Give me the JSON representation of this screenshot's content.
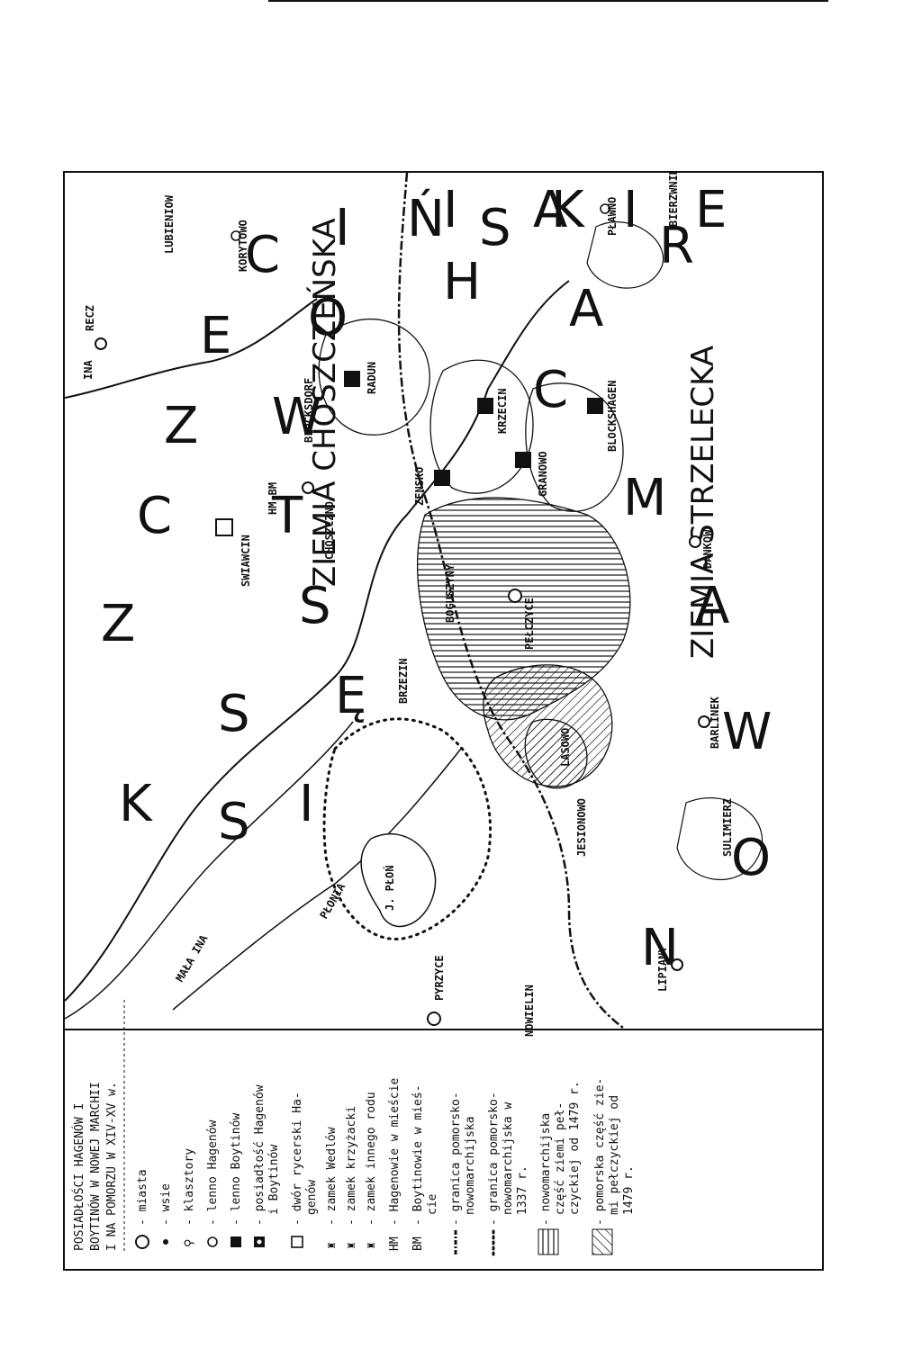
{
  "legend": {
    "title_lines": [
      "POSIADŁOŚCI HAGENÓW I",
      "BOYTINÓW W NOWEJ MARCHII",
      "I NA POMORZU W XIV-XV w."
    ],
    "items": [
      {
        "symbol": "miasta-icon",
        "text": "- miasta",
        "cont": ""
      },
      {
        "symbol": "wsie-icon",
        "text": "- wsie",
        "cont": ""
      },
      {
        "symbol": "klasztory-icon",
        "text": "- klasztory",
        "cont": ""
      },
      {
        "symbol": "lenno-hagenow-icon",
        "text": "- lenno Hagenów",
        "cont": ""
      },
      {
        "symbol": "lenno-boytinow-icon",
        "text": "- lenno Boytinów",
        "cont": ""
      },
      {
        "symbol": "posiadlosc-icon",
        "text": "- posiadłość Hagenów",
        "cont": "i Boytinów"
      },
      {
        "symbol": "dwor-icon",
        "text": "- dwór rycerski Ha-",
        "cont": "genów"
      },
      {
        "symbol": "zamek-wedlow-icon",
        "text": "- zamek Wedlów",
        "cont": ""
      },
      {
        "symbol": "zamek-krzyzacki-icon",
        "text": "- zamek krzyżacki",
        "cont": ""
      },
      {
        "symbol": "zamek-innego-icon",
        "text": "- zamek innego rodu",
        "cont": ""
      },
      {
        "symbol": "HM",
        "text": "- Hagenowie w mieście",
        "cont": ""
      },
      {
        "symbol": "BM",
        "text": "- Boytinowie w mieś-",
        "cont": "cie"
      },
      {
        "symbol": "granica-1-icon",
        "text": "- granica pomorsko-",
        "cont": "nowomarchijska"
      },
      {
        "symbol": "granica-2-icon",
        "text": "- granica pomorsko-",
        "cont": "nowomarchijska w",
        "cont2": "1337 r."
      },
      {
        "symbol": "hatch-1-icon",
        "text": "- nowomarchijska",
        "cont": "część ziemi peł-",
        "cont2": "czyckiej od 1479 r."
      },
      {
        "symbol": "hatch-2-icon",
        "text": "- pomorska część zie-",
        "cont": "mi pełczyckiej od",
        "cont2": "1479 r."
      }
    ]
  },
  "places": {
    "recz": "RECZ",
    "lubieniow": "LUBIENIOW",
    "korytowo": "KORYTOWO",
    "plawno": "PŁAWNO",
    "bierzwnik": "BIERZWNIK",
    "radun": "RADUN",
    "blocksdorf": "BLOCKSDORF",
    "hm_bm": "HM,BM",
    "choszczno": "CHOSZCZNO",
    "swiarwcin": "SWIAWCIN",
    "zensko": "ZENSKO",
    "krzecin": "KRZECIN",
    "granowo": "GRANOWO",
    "blockshagen": "BLOCKSHAGEN",
    "danków": "DANKOW",
    "pelczyce": "PEŁCZYCE",
    "boguszyny": "BOGUSZYNY",
    "brzezin": "BRZEZIN",
    "barlinek": "BARLINEK",
    "lasowo": "LASOWO",
    "jesionowo": "JESIONOWO",
    "sulimierz": "SULIMIERZ",
    "lipiany": "LIPIANY",
    "nowielin": "NOWIELIN",
    "pyrzyce": "PYRZYCE",
    "j_plon": "J. PŁOŃ"
  },
  "rivers": {
    "ina_mala": "MAŁA INA",
    "ina": "INA",
    "plonia": "PŁONIA"
  },
  "regions": {
    "ksiestwo_szczecinskie": [
      "K",
      "S",
      "I",
      "Ę",
      "S",
      "T",
      "W",
      "O",
      "S",
      "Z",
      "C",
      "Z",
      "E",
      "C",
      "I",
      "Ń",
      "S",
      "K",
      "I",
      "E"
    ],
    "nowa_marchia": [
      "N",
      "O",
      "W",
      "A",
      "M",
      "A",
      "R",
      "C",
      "H",
      "I",
      "A"
    ],
    "ziemia_strzelecka": "ZIEMIA STRZELECKA",
    "ziemia_choszczenska": "ZIEMIA CHOSZCZEŃSKA"
  },
  "colors": {
    "ink": "#111111",
    "paper": "#ffffff"
  }
}
